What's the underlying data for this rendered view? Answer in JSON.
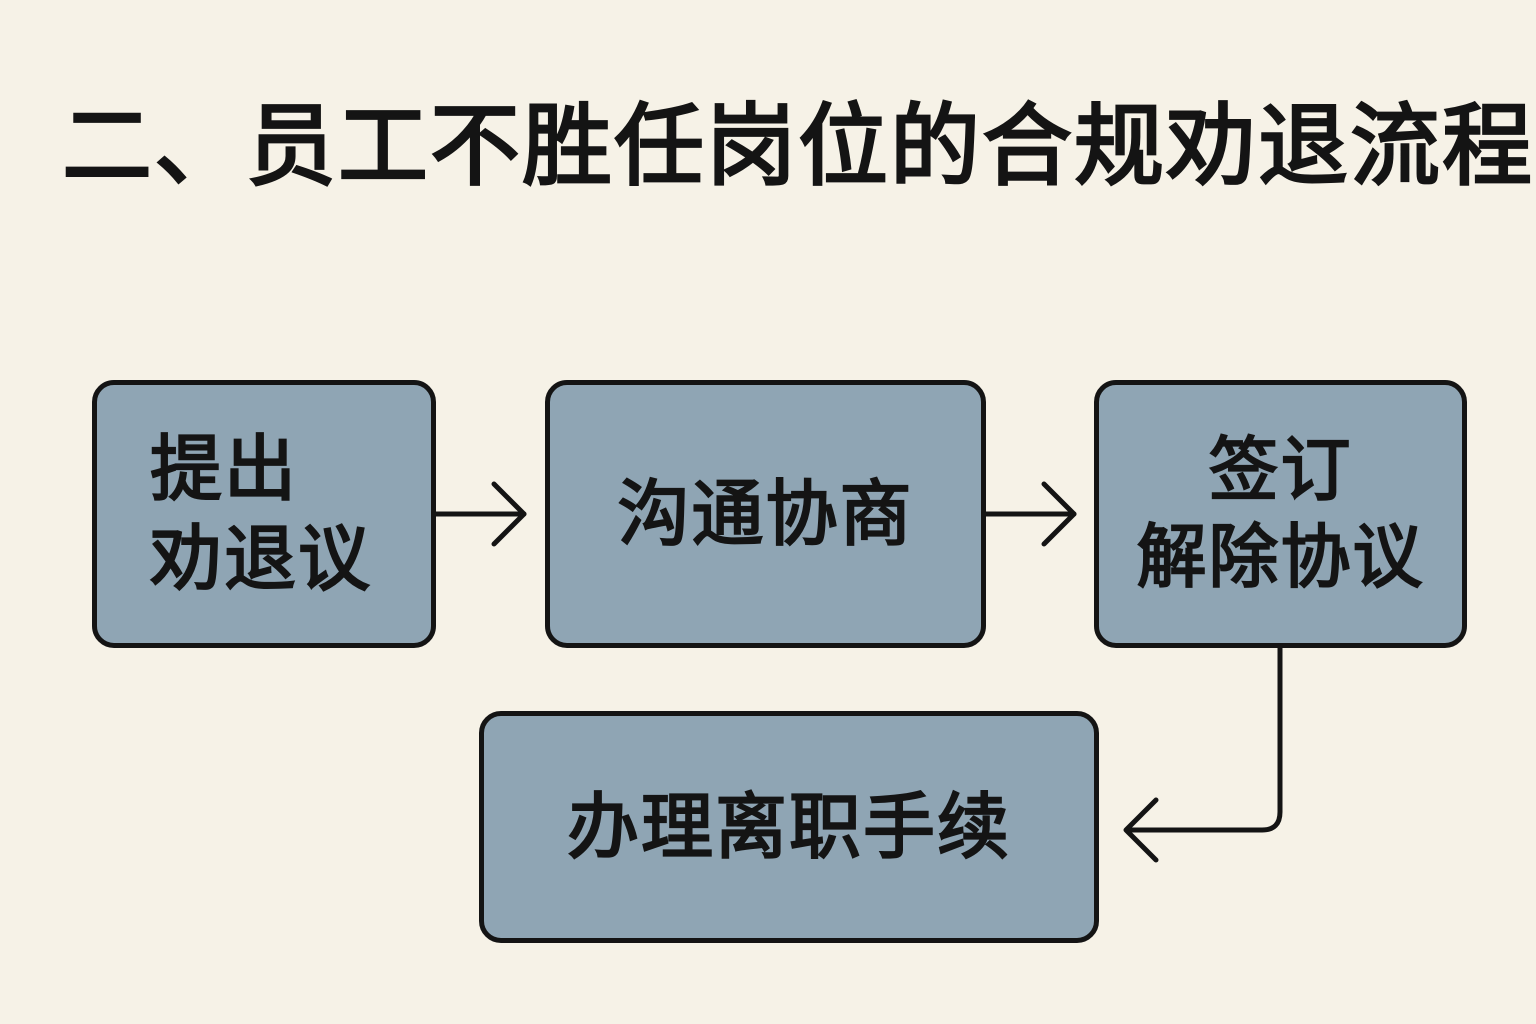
{
  "title": "二、员工不胜任岗位的合规劝退流程",
  "steps": [
    {
      "id": "propose",
      "label": "提出\n劝退议"
    },
    {
      "id": "negotiate",
      "label": "沟通协商"
    },
    {
      "id": "sign",
      "label": "签订\n解除协议"
    },
    {
      "id": "resign",
      "label": "办理离职手续"
    }
  ],
  "colors": {
    "background": "#f6f2e7",
    "box_fill": "#8fa5b4",
    "stroke": "#141414"
  }
}
